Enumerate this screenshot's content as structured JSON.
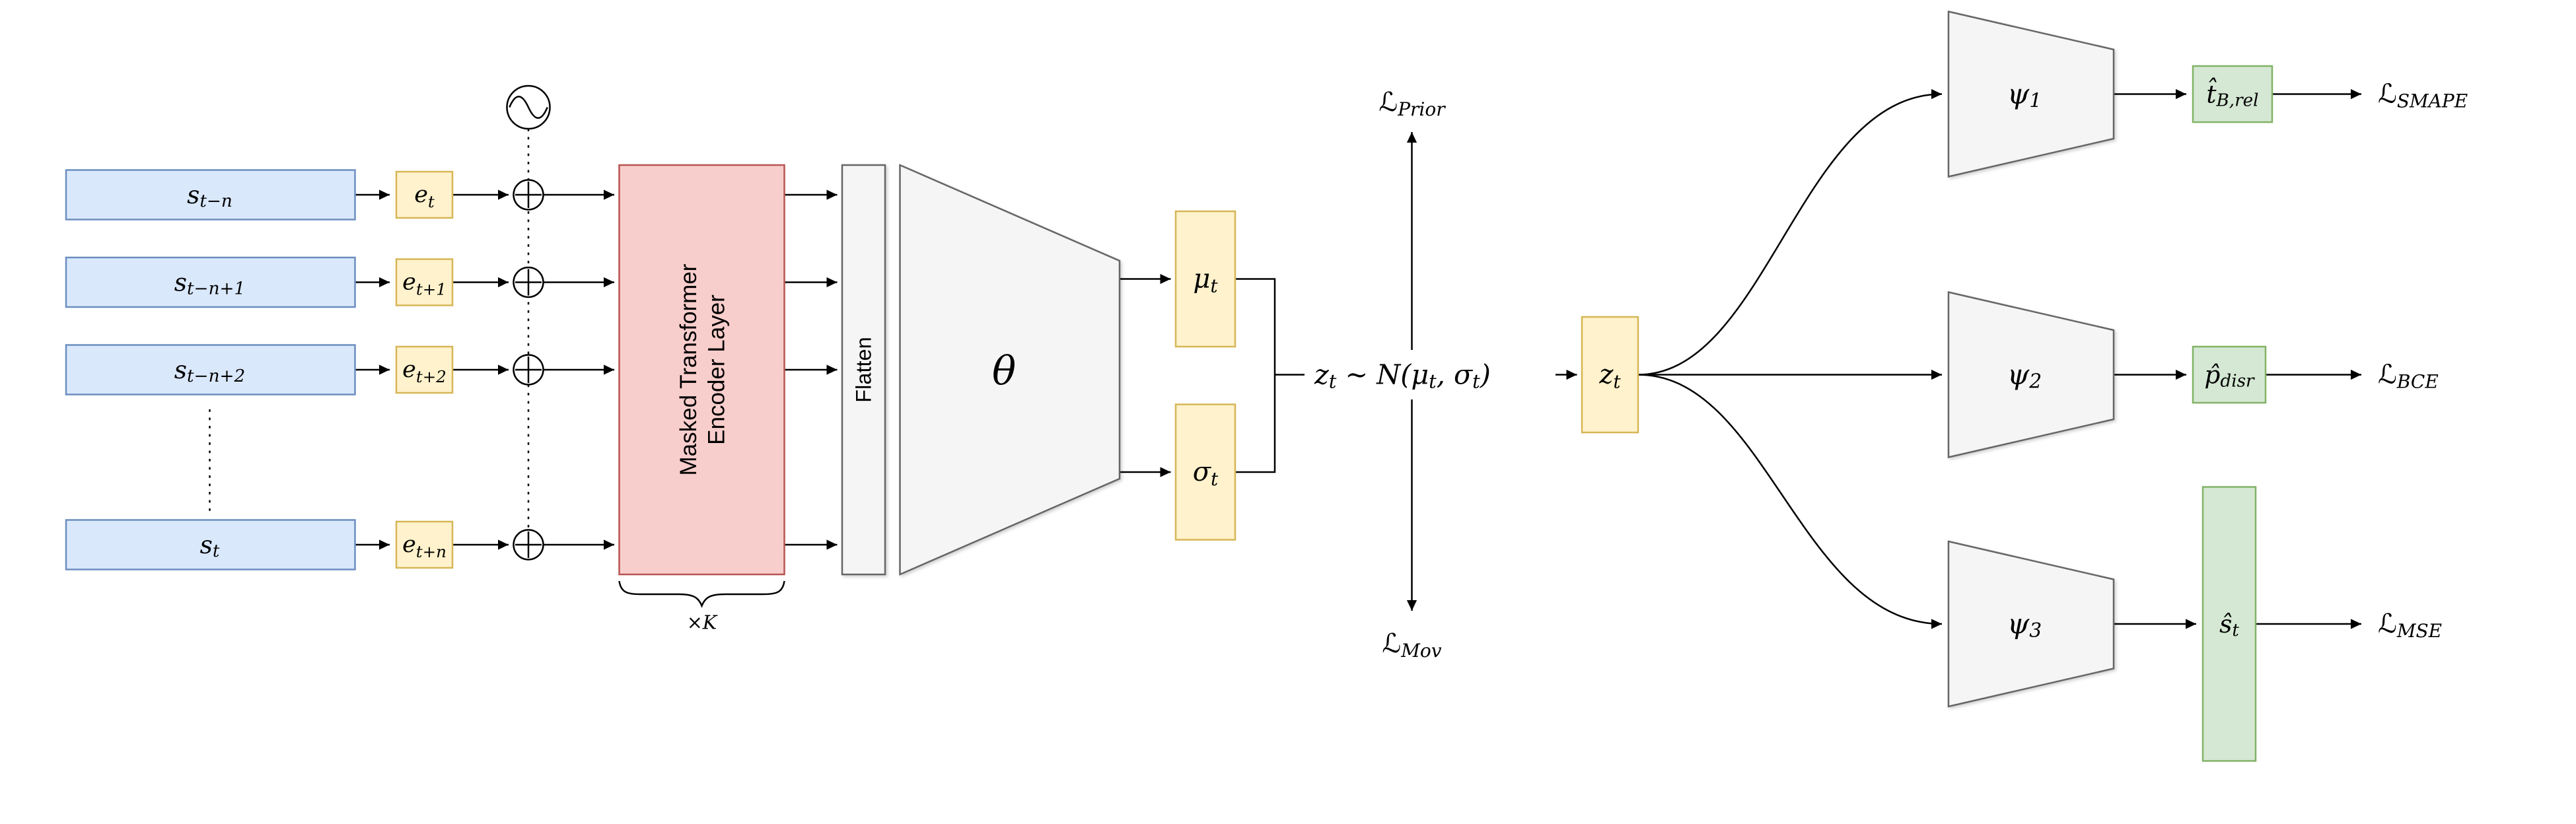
{
  "palette": {
    "input_fill": "#dae8fc",
    "input_stroke": "#6c8ebf",
    "embed_fill": "#fff2cc",
    "embed_stroke": "#d6b656",
    "encoder_fill": "#f8cecc",
    "encoder_stroke": "#b85450",
    "gray_fill": "#f5f5f5",
    "gray_stroke": "#666666",
    "output_fill": "#d5e8d4",
    "output_stroke": "#82b366",
    "line": "#000000",
    "background": "#ffffff"
  },
  "inputs": [
    {
      "label": [
        {
          "t": "s"
        },
        {
          "s": "t−n"
        }
      ]
    },
    {
      "label": [
        {
          "t": "s"
        },
        {
          "s": "t−n+1"
        }
      ]
    },
    {
      "label": [
        {
          "t": "s"
        },
        {
          "s": "t−n+2"
        }
      ]
    },
    {
      "label": [
        {
          "t": "s"
        },
        {
          "s": "t"
        }
      ]
    }
  ],
  "embeddings": [
    {
      "label": [
        {
          "t": "e"
        },
        {
          "s": "t"
        }
      ]
    },
    {
      "label": [
        {
          "t": "e"
        },
        {
          "s": "t+1"
        }
      ]
    },
    {
      "label": [
        {
          "t": "e"
        },
        {
          "s": "t+2"
        }
      ]
    },
    {
      "label": [
        {
          "t": "e"
        },
        {
          "s": "t+n"
        }
      ]
    }
  ],
  "encoder": {
    "line1": "Masked Transformer",
    "line2": "Encoder Layer",
    "repeat": [
      {
        "t": "×K"
      }
    ]
  },
  "flatten": {
    "label": "Flatten"
  },
  "theta": {
    "label": [
      {
        "t": "θ"
      }
    ]
  },
  "latent": {
    "mu": [
      {
        "t": "μ"
      },
      {
        "s": "t"
      }
    ],
    "sigma": [
      {
        "t": "σ"
      },
      {
        "s": "t"
      }
    ],
    "sample": [
      {
        "t": "z"
      },
      {
        "s": "t"
      },
      {
        "t": " ∼ N(μ"
      },
      {
        "s": "t"
      },
      {
        "t": ", σ"
      },
      {
        "s": "t"
      },
      {
        "t": ")"
      }
    ],
    "z": [
      {
        "t": "z"
      },
      {
        "s": "t"
      }
    ],
    "loss_prior": [
      {
        "t": "ℒ"
      },
      {
        "s": "Prior"
      }
    ],
    "loss_mov": [
      {
        "t": "ℒ"
      },
      {
        "s": "Mov"
      }
    ]
  },
  "heads": [
    {
      "label": [
        {
          "t": "ψ"
        },
        {
          "s": "1"
        }
      ],
      "output": [
        {
          "t": "t̂"
        },
        {
          "s": "B,rel"
        }
      ],
      "loss": [
        {
          "t": "ℒ"
        },
        {
          "s": "SMAPE"
        }
      ]
    },
    {
      "label": [
        {
          "t": "ψ"
        },
        {
          "s": "2"
        }
      ],
      "output": [
        {
          "t": "p̂"
        },
        {
          "s": "disr"
        }
      ],
      "loss": [
        {
          "t": "ℒ"
        },
        {
          "s": "BCE"
        }
      ]
    },
    {
      "label": [
        {
          "t": "ψ"
        },
        {
          "s": "3"
        }
      ],
      "output": [
        {
          "t": "ŝ"
        },
        {
          "s": "t"
        }
      ],
      "loss": [
        {
          "t": "ℒ"
        },
        {
          "s": "MSE"
        }
      ]
    }
  ]
}
